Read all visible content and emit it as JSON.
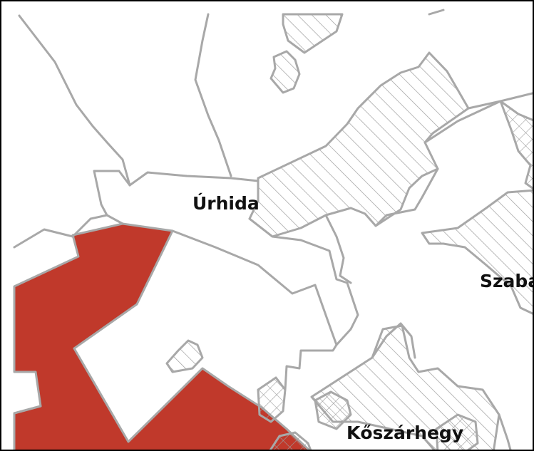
{
  "map": {
    "colors": {
      "background": "#ffffff",
      "border_line": "#a8a8a8",
      "highlight_fill": "#c0392b",
      "hatch_line": "#9c9c9c",
      "label_text": "#111111"
    },
    "labels": {
      "urhida": "Úrhida",
      "szabad": "Szaba",
      "koszarhegy": "Kőszárhegy"
    },
    "legend_hint": {
      "highlighted_area": "red filled municipality area",
      "hatched_area": "diagonal hatched zones",
      "crosshatched_area": "crosshatched zones"
    }
  }
}
